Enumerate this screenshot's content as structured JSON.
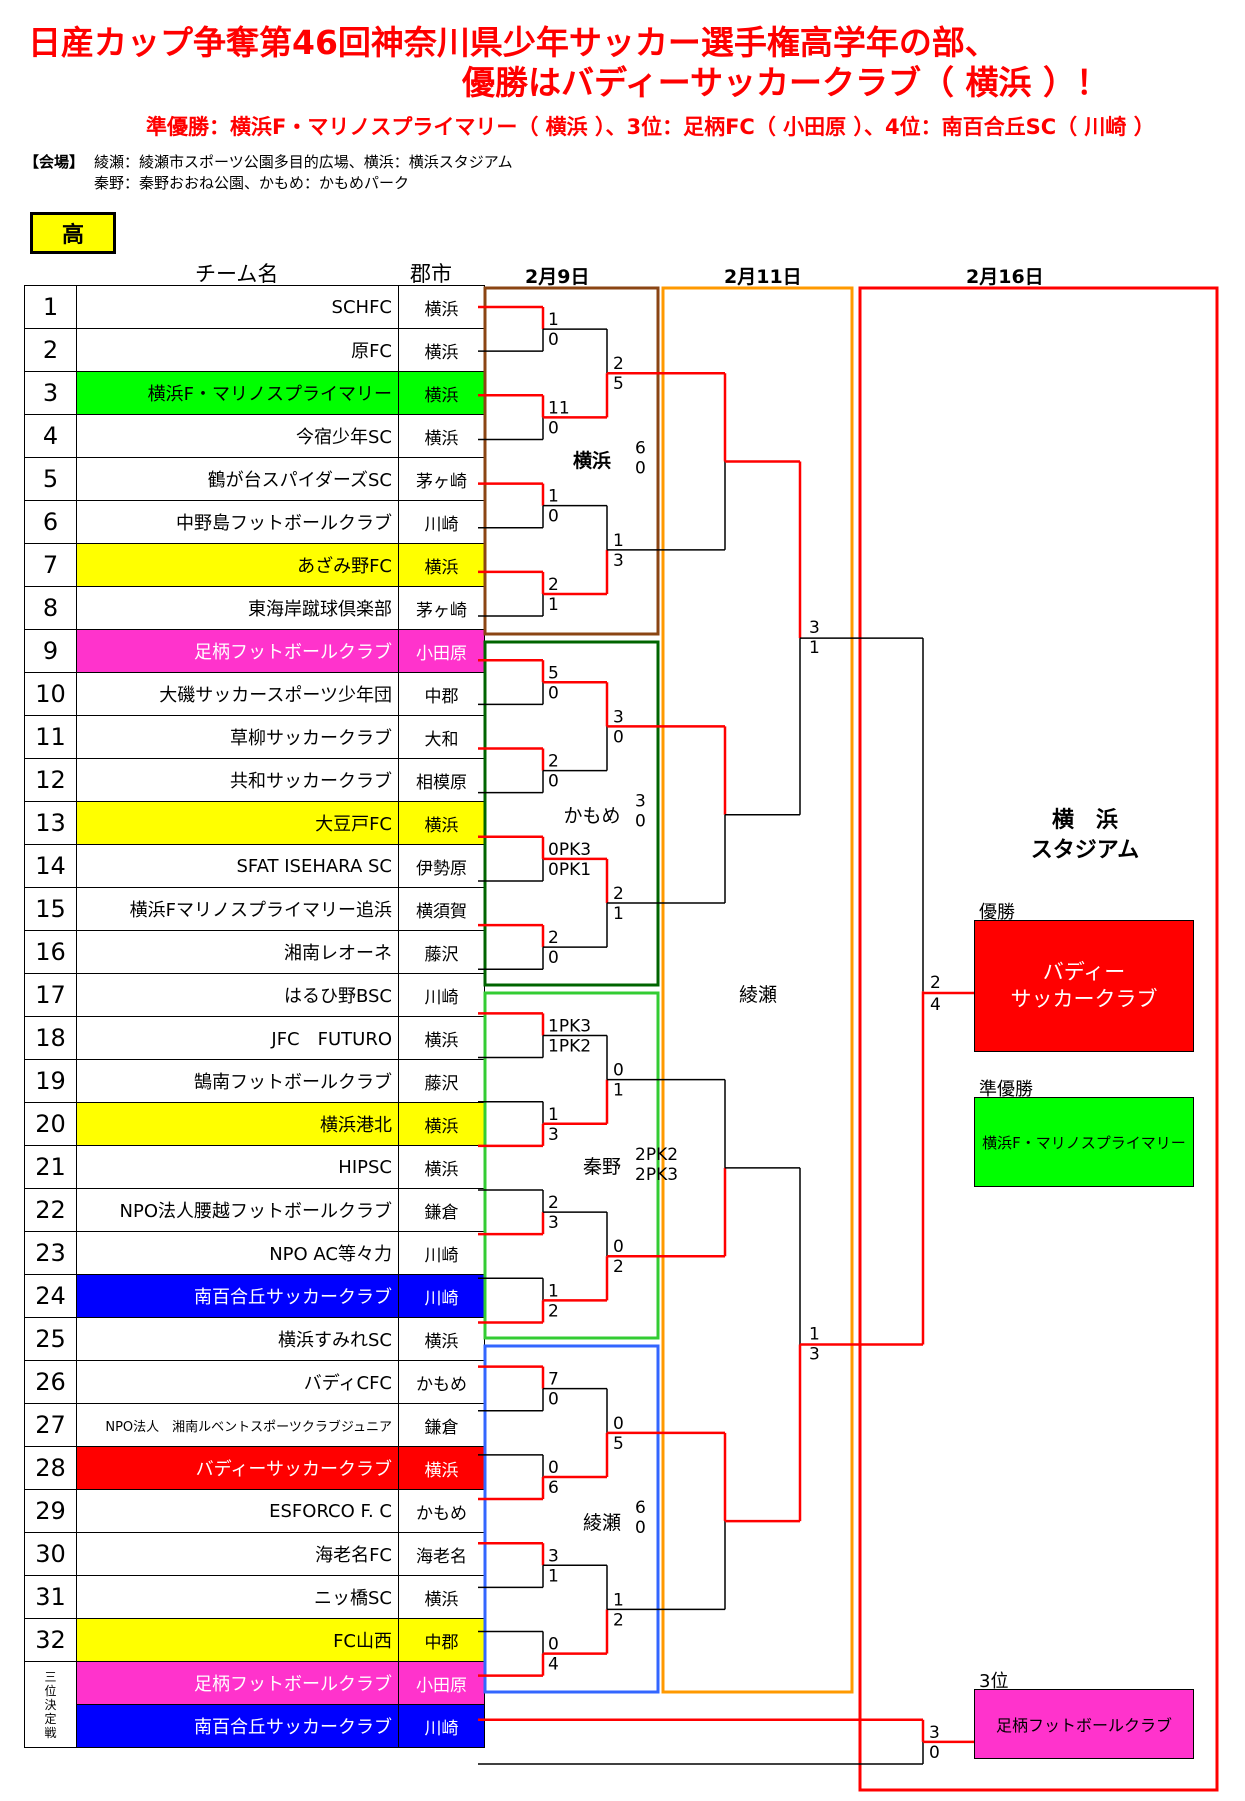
{
  "title": {
    "line1": "日産カップ争奪第46回神奈川県少年サッカー選手権高学年の部、",
    "line2": "優勝はバディーサッカークラブ（ 横浜 ）！",
    "results": "準優勝：横浜F・マリノスプライマリー（ 横浜 ）、3位：足柄FC（ 小田原 ）、4位：南百合丘SC（ 川崎 ）"
  },
  "venue": {
    "label": "【会場】",
    "line1": "綾瀬：綾瀬市スポーツ公園多目的広場、横浜：横浜スタジアム",
    "line2": "秦野：秦野おおね公園、かもめ：かもめパーク"
  },
  "grade": "高",
  "headers": {
    "team": "チーム名",
    "city": "郡市"
  },
  "dates": [
    "2月9日",
    "2月11日",
    "2月16日"
  ],
  "teams": [
    {
      "no": "1",
      "name": "SCHFC",
      "city": "横浜",
      "bg": "#ffffff",
      "fg": "#000000"
    },
    {
      "no": "2",
      "name": "原FC",
      "city": "横浜",
      "bg": "#ffffff",
      "fg": "#000000"
    },
    {
      "no": "3",
      "name": "横浜F・マリノスプライマリー",
      "city": "横浜",
      "bg": "#00ff00",
      "fg": "#000000"
    },
    {
      "no": "4",
      "name": "今宿少年SC",
      "city": "横浜",
      "bg": "#ffffff",
      "fg": "#000000"
    },
    {
      "no": "5",
      "name": "鶴が台スパイダーズSC",
      "city": "茅ヶ崎",
      "bg": "#ffffff",
      "fg": "#000000"
    },
    {
      "no": "6",
      "name": "中野島フットボールクラブ",
      "city": "川崎",
      "bg": "#ffffff",
      "fg": "#000000"
    },
    {
      "no": "7",
      "name": "あざみ野FC",
      "city": "横浜",
      "bg": "#ffff00",
      "fg": "#000000"
    },
    {
      "no": "8",
      "name": "東海岸蹴球倶楽部",
      "city": "茅ヶ崎",
      "bg": "#ffffff",
      "fg": "#000000"
    },
    {
      "no": "9",
      "name": "足柄フットボールクラブ",
      "city": "小田原",
      "bg": "#ff33cc",
      "fg": "#ffffff"
    },
    {
      "no": "10",
      "name": "大磯サッカースポーツ少年団",
      "city": "中郡",
      "bg": "#ffffff",
      "fg": "#000000"
    },
    {
      "no": "11",
      "name": "草柳サッカークラブ",
      "city": "大和",
      "bg": "#ffffff",
      "fg": "#000000"
    },
    {
      "no": "12",
      "name": "共和サッカークラブ",
      "city": "相模原",
      "bg": "#ffffff",
      "fg": "#000000"
    },
    {
      "no": "13",
      "name": "大豆戸FC",
      "city": "横浜",
      "bg": "#ffff00",
      "fg": "#000000"
    },
    {
      "no": "14",
      "name": "SFAT ISEHARA SC",
      "city": "伊勢原",
      "bg": "#ffffff",
      "fg": "#000000"
    },
    {
      "no": "15",
      "name": "横浜Fマリノスプライマリー追浜",
      "city": "横須賀",
      "bg": "#ffffff",
      "fg": "#000000"
    },
    {
      "no": "16",
      "name": "湘南レオーネ",
      "city": "藤沢",
      "bg": "#ffffff",
      "fg": "#000000"
    },
    {
      "no": "17",
      "name": "はるひ野BSC",
      "city": "川崎",
      "bg": "#ffffff",
      "fg": "#000000"
    },
    {
      "no": "18",
      "name": "JFC　FUTURO",
      "city": "横浜",
      "bg": "#ffffff",
      "fg": "#000000"
    },
    {
      "no": "19",
      "name": "鵠南フットボールクラブ",
      "city": "藤沢",
      "bg": "#ffffff",
      "fg": "#000000"
    },
    {
      "no": "20",
      "name": "横浜港北",
      "city": "横浜",
      "bg": "#ffff00",
      "fg": "#000000"
    },
    {
      "no": "21",
      "name": "HIPSC",
      "city": "横浜",
      "bg": "#ffffff",
      "fg": "#000000"
    },
    {
      "no": "22",
      "name": "NPO法人腰越フットボールクラブ",
      "city": "鎌倉",
      "bg": "#ffffff",
      "fg": "#000000"
    },
    {
      "no": "23",
      "name": "NPO AC等々力",
      "city": "川崎",
      "bg": "#ffffff",
      "fg": "#000000"
    },
    {
      "no": "24",
      "name": "南百合丘サッカークラブ",
      "city": "川崎",
      "bg": "#0000ff",
      "fg": "#ffffff"
    },
    {
      "no": "25",
      "name": "横浜すみれSC",
      "city": "横浜",
      "bg": "#ffffff",
      "fg": "#000000"
    },
    {
      "no": "26",
      "name": "バディCFC",
      "city": "かもめ",
      "bg": "#ffffff",
      "fg": "#000000"
    },
    {
      "no": "27",
      "name": "NPO法人　湘南ルベントスポーツクラブジュニア",
      "city": "鎌倉",
      "bg": "#ffffff",
      "fg": "#000000",
      "small": true
    },
    {
      "no": "28",
      "name": "バディーサッカークラブ",
      "city": "横浜",
      "bg": "#ff0000",
      "fg": "#ffffff"
    },
    {
      "no": "29",
      "name": "ESFORCO F. C",
      "city": "かもめ",
      "bg": "#ffffff",
      "fg": "#000000"
    },
    {
      "no": "30",
      "name": "海老名FC",
      "city": "海老名",
      "bg": "#ffffff",
      "fg": "#000000"
    },
    {
      "no": "31",
      "name": "ニッ橋SC",
      "city": "横浜",
      "bg": "#ffffff",
      "fg": "#000000"
    },
    {
      "no": "32",
      "name": "FC山西",
      "city": "中郡",
      "bg": "#ffff00",
      "fg": "#000000"
    }
  ],
  "third_place_playoff": {
    "label": "三位決定戦",
    "teams": [
      {
        "name": "足柄フットボールクラブ",
        "city": "小田原",
        "bg": "#ff33cc",
        "fg": "#ffffff"
      },
      {
        "name": "南百合丘サッカークラブ",
        "city": "川崎",
        "bg": "#0000ff",
        "fg": "#ffffff"
      }
    ],
    "scores": [
      "3",
      "0"
    ]
  },
  "venues_in_bracket": {
    "yokohama": "横浜",
    "kamome": "かもめ",
    "hadano": "秦野",
    "ayase_r1": "綾瀬",
    "ayase_r2": "綾瀬",
    "stadium": "横　浜\nスタジアム"
  },
  "round1_scores": [
    [
      "1",
      "0"
    ],
    [
      "11",
      "0"
    ],
    [
      "1",
      "0"
    ],
    [
      "2",
      "1"
    ],
    [
      "5",
      "0"
    ],
    [
      "2",
      "0"
    ],
    [
      "0PK3",
      "0PK1"
    ],
    [
      "2",
      "0"
    ],
    [
      "1PK3",
      "1PK2"
    ],
    [
      "1",
      "3"
    ],
    [
      "2",
      "3"
    ],
    [
      "1",
      "2"
    ],
    [
      "7",
      "0"
    ],
    [
      "0",
      "6"
    ],
    [
      "3",
      "1"
    ],
    [
      "0",
      "4"
    ]
  ],
  "round2_scores": [
    [
      "2",
      "5"
    ],
    [
      "1",
      "3"
    ],
    [
      "3",
      "0"
    ],
    [
      "2",
      "1"
    ],
    [
      "0",
      "1"
    ],
    [
      "0",
      "2"
    ],
    [
      "0",
      "5"
    ],
    [
      "1",
      "2"
    ]
  ],
  "qf_scores": [
    [
      "6",
      "0"
    ],
    [
      "3",
      "0"
    ],
    [
      "2PK2",
      "2PK3"
    ],
    [
      "6",
      "0"
    ]
  ],
  "sf_scores": [
    [
      "3",
      "1"
    ],
    [
      "1",
      "3"
    ]
  ],
  "final_scores": [
    "2",
    "4"
  ],
  "awards": {
    "champion_label": "優勝",
    "champion": "バディー\nサッカークラブ",
    "champion_color": "#ff0000",
    "runner_up_label": "準優勝",
    "runner_up": "横浜F・マリノスプライマリー",
    "runner_up_color": "#00ff00",
    "third_label": "3位",
    "third": "足柄フットボールクラブ",
    "third_color": "#ff33cc"
  },
  "colors": {
    "win_line": "#ff0000",
    "lose_line": "#000000",
    "box_yokohama": "#8b4513",
    "box_kamome": "#006400",
    "box_hadano": "#33cc33",
    "box_ayase": "#3366ff",
    "box_day2": "#ff9900",
    "box_day3": "#ff0000"
  }
}
